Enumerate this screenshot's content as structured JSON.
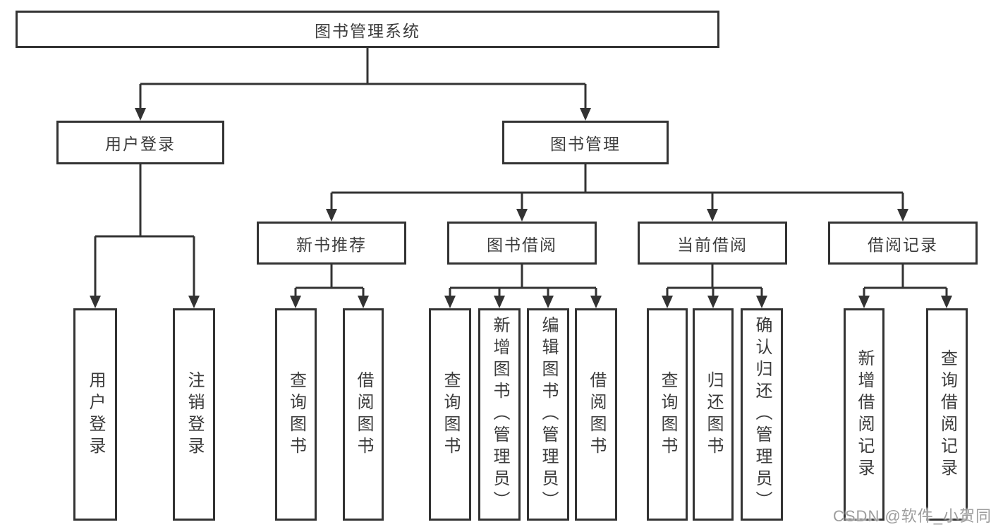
{
  "tree": {
    "label": "图书管理系统",
    "children": [
      {
        "label": "用户登录",
        "children": [
          {
            "label": "用户登录"
          },
          {
            "label": "注销登录"
          }
        ]
      },
      {
        "label": "图书管理",
        "children": [
          {
            "label": "新书推荐",
            "children": [
              {
                "label": "查询图书"
              },
              {
                "label": "借阅图书"
              }
            ]
          },
          {
            "label": "图书借阅",
            "children": [
              {
                "label": "查询图书"
              },
              {
                "label": "新增图书（管理员）"
              },
              {
                "label": "编辑图书（管理员）"
              },
              {
                "label": "借阅图书"
              }
            ]
          },
          {
            "label": "当前借阅",
            "children": [
              {
                "label": "查询图书"
              },
              {
                "label": "归还图书"
              },
              {
                "label": "确认归还（管理员）"
              }
            ]
          },
          {
            "label": "借阅记录",
            "children": [
              {
                "label": "新增借阅记录"
              },
              {
                "label": "查询借阅记录"
              }
            ]
          }
        ]
      }
    ]
  },
  "watermark": {
    "text": "CSDN @软件_小贺同学"
  },
  "colors": {
    "line": "#333333",
    "box_border": "#333333",
    "text": "#3c3c3c",
    "watermark": "#9d9d9d",
    "background": "#ffffff"
  }
}
